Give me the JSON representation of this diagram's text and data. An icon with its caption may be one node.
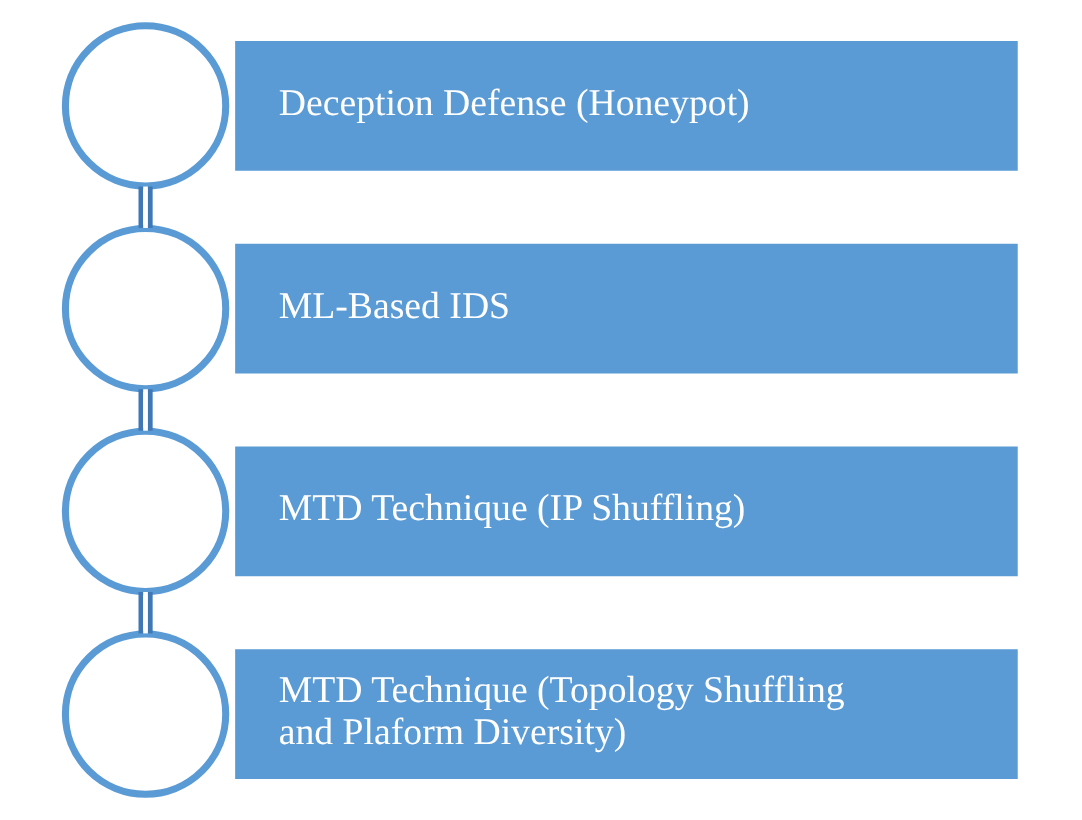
{
  "diagram": {
    "nodes": [
      {
        "text": [],
        "shape": "circle"
      },
      {
        "text": [
          "Deception Defense (Honeypot)"
        ]
      },
      {
        "text": [],
        "shape": "circle"
      },
      {
        "text": [
          "ML-Based IDS"
        ]
      },
      {
        "text": [],
        "shape": "circle"
      },
      {
        "text": [
          "MTD Technique (IP Shuffling)"
        ]
      },
      {
        "text": [],
        "shape": "circle"
      },
      {
        "text": [
          "MTD Technique (Topology Shuffling and Plaform Diversity)"
        ]
      }
    ],
    "edges": [
      {
        "from": 0,
        "to": 2,
        "arrow": "none"
      },
      {
        "from": 2,
        "to": 4,
        "arrow": "none"
      },
      {
        "from": 4,
        "to": 6,
        "arrow": "none"
      }
    ]
  }
}
